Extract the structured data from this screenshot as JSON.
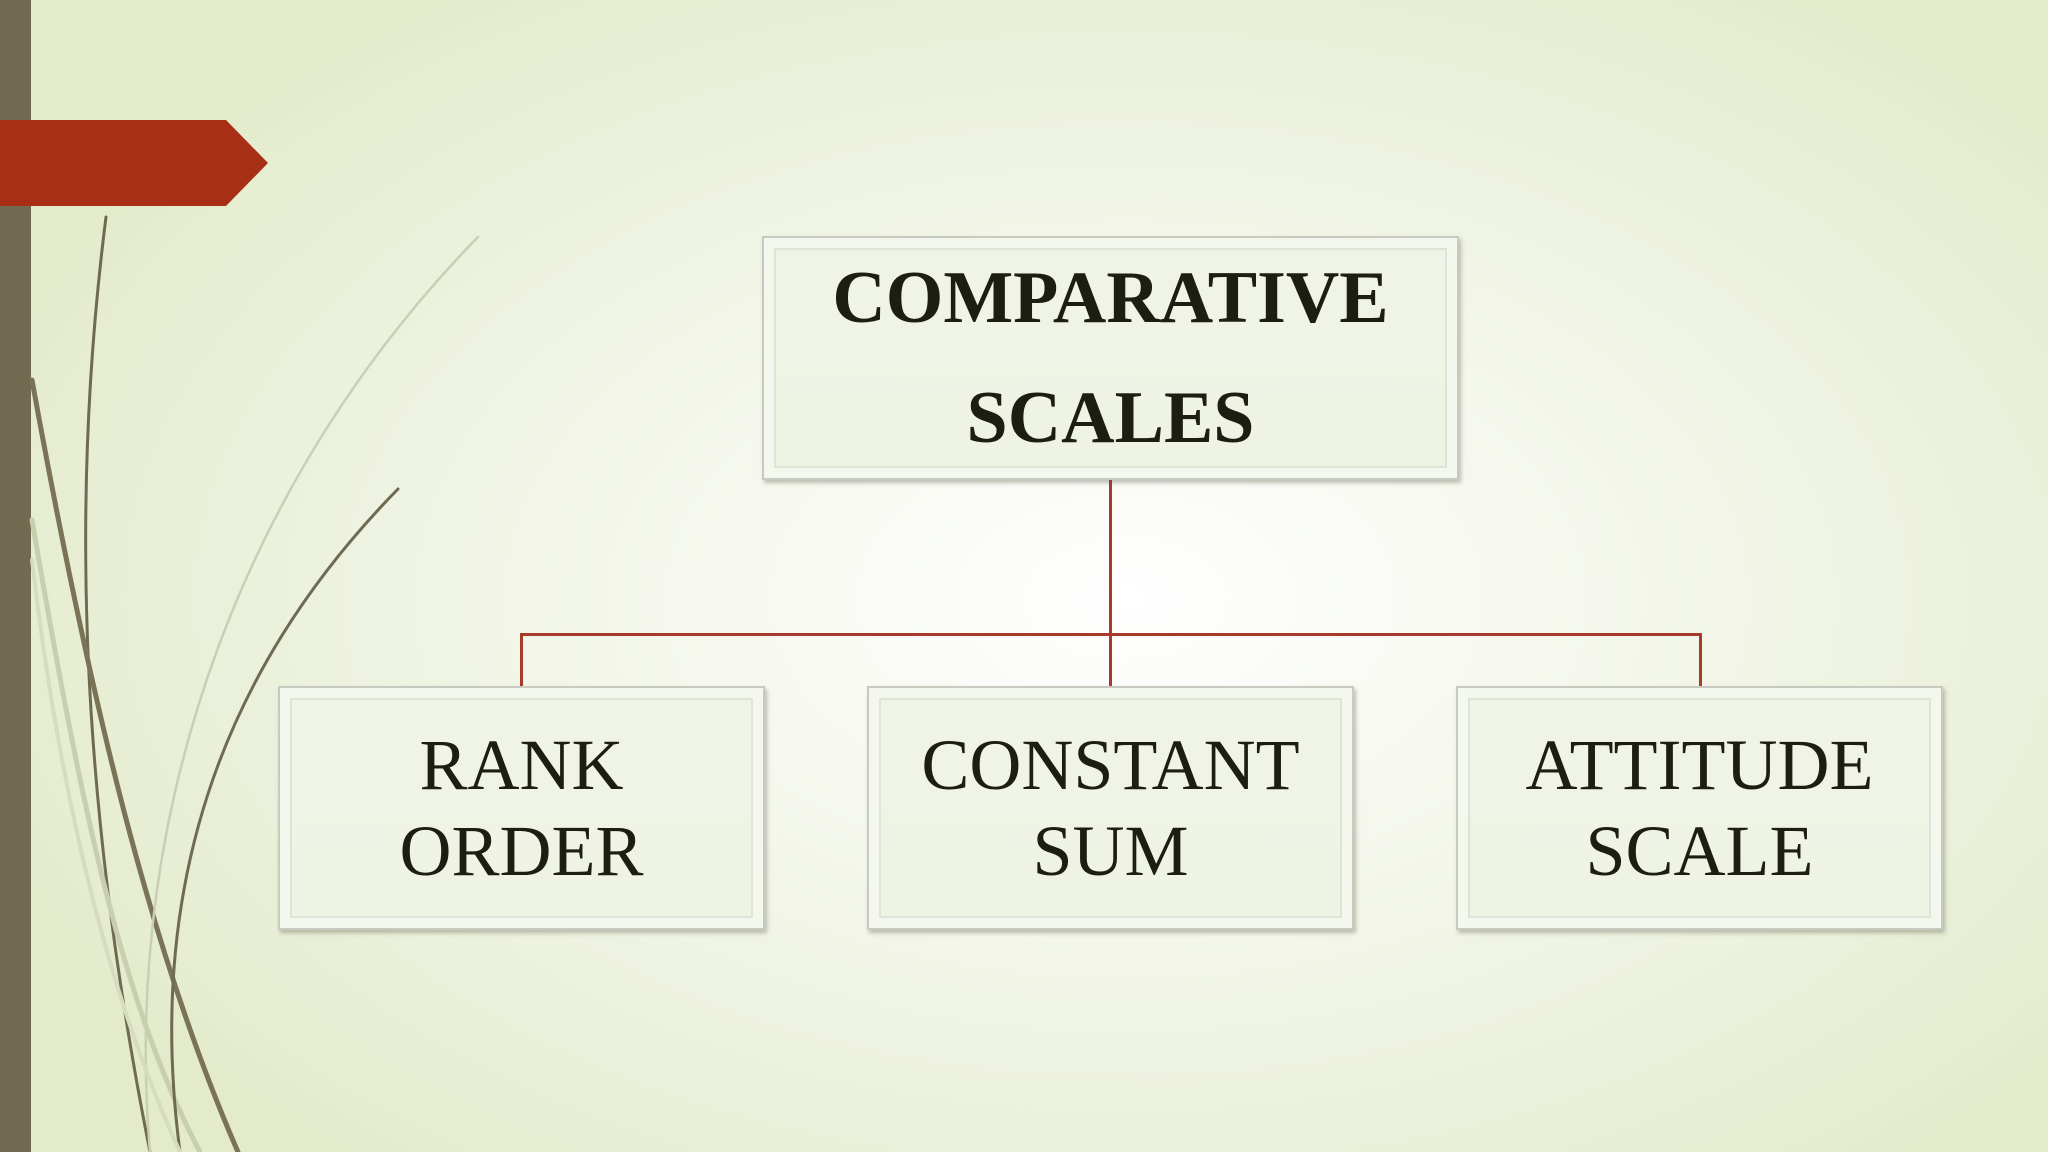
{
  "slide": {
    "colors": {
      "accent_red": "#a62f15",
      "side_bar": "#736a52",
      "connector": "#a83a2c",
      "text": "#1c1e12"
    }
  },
  "diagram": {
    "root": {
      "lines": [
        "COMPARATIVE",
        "SCALES"
      ]
    },
    "children": [
      {
        "lines": [
          "RANK",
          "ORDER"
        ]
      },
      {
        "lines": [
          "CONSTANT",
          "SUM"
        ]
      },
      {
        "lines": [
          "ATTITUDE",
          "SCALE"
        ]
      }
    ]
  }
}
